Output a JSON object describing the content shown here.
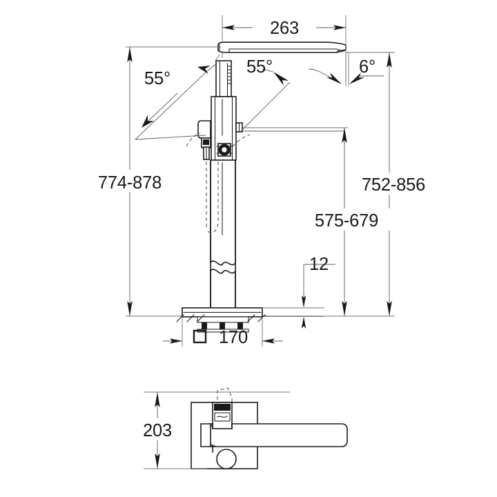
{
  "drawing": {
    "title": "Floor-standing bath mixer technical dimension drawing",
    "units": "mm",
    "background_color": "#ffffff",
    "line_color": "#1a1a1a",
    "dimension_color": "#555b5e",
    "views": [
      {
        "name": "front-elevation",
        "label": ""
      },
      {
        "name": "top-plan-view",
        "label": ""
      }
    ],
    "dimensions": {
      "spout_reach": "263",
      "overall_height_range": "774-878",
      "spout_outlet_height_range": "752-856",
      "handle_height_range": "575-679",
      "base_plate_thickness": "12",
      "base_square_size": "170",
      "base_square_symbol": "□",
      "plan_depth": "203"
    },
    "angles": {
      "swivel_left": "55°",
      "swivel_right": "55°",
      "spout_outlet_angle": "6°"
    }
  }
}
